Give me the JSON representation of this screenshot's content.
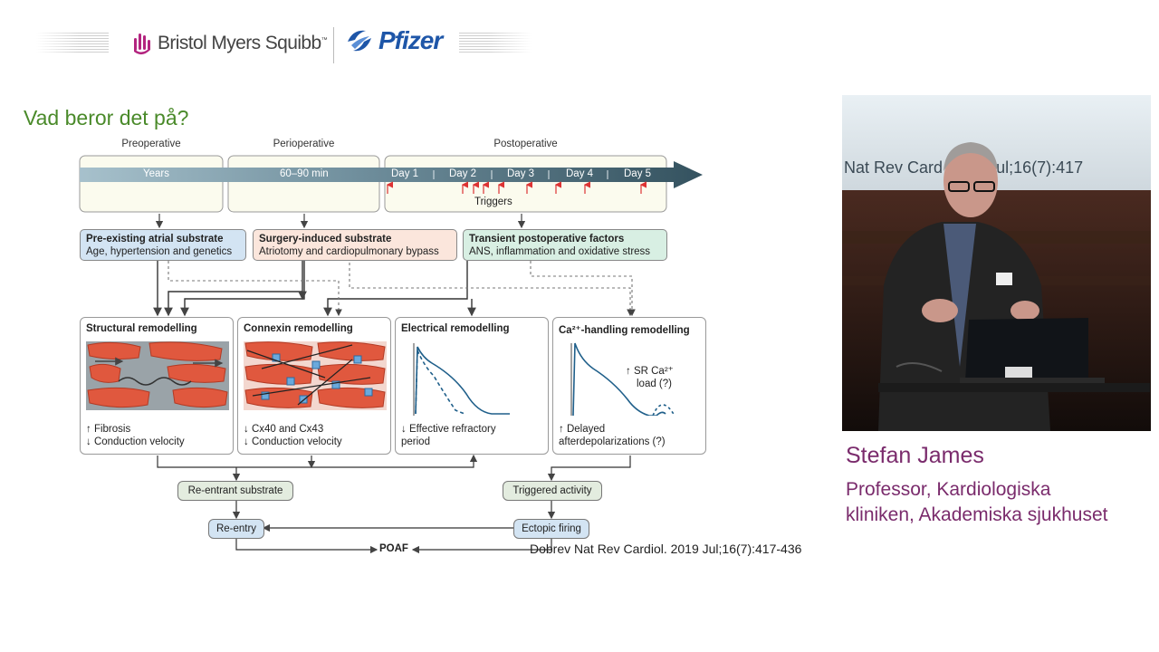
{
  "header": {
    "bms_name": "Bristol Myers Squibb",
    "bms_tm": "™",
    "pfizer_name": "Pfizer"
  },
  "slide": {
    "title": "Vad beror det på?",
    "citation": "Dobrev Nat Rev Cardiol. 2019 Jul;16(7):417-436"
  },
  "figure": {
    "phases": [
      "Preoperative",
      "Perioperative",
      "Postoperative"
    ],
    "timeline": {
      "years": "Years",
      "minutes": "60–90 min",
      "days": [
        "Day 1",
        "Day 2",
        "Day 3",
        "Day 4",
        "Day 5"
      ],
      "triggers": "Triggers"
    },
    "substrates": [
      {
        "title": "Pre-existing atrial substrate",
        "text": "Age, hypertension and genetics"
      },
      {
        "title": "Surgery-induced substrate",
        "text": "Atriotomy and cardiopulmonary bypass"
      },
      {
        "title": "Transient postoperative factors",
        "text": "ANS, inflammation and oxidative stress"
      }
    ],
    "panels": [
      {
        "title": "Structural remodelling",
        "note1": "↑ Fibrosis",
        "note2": "↓ Conduction velocity"
      },
      {
        "title": "Connexin remodelling",
        "note1": "↓ Cx40 and Cx43",
        "note2": "↓ Conduction velocity"
      },
      {
        "title": "Electrical remodelling",
        "note1": "↓ Effective refractory",
        "note2": "   period"
      },
      {
        "title": "Ca²⁺-handling remodelling",
        "note1": "↑ Delayed",
        "note2": "   afterdepolarizations (?)",
        "inset1": "↑ SR Ca²⁺",
        "inset2": "load (?)"
      }
    ],
    "outcomes": {
      "reentrant": "Re-entrant substrate",
      "triggered": "Triggered activity",
      "reentry": "Re-entry",
      "ectopic": "Ectopic firing",
      "poaf": "POAF"
    }
  },
  "video": {
    "bg_text": "Nat Rev Card   2019 Jul;16(7):417"
  },
  "speaker": {
    "name": "Stefan James",
    "role": "Professor, Kardiologiska kliniken, Akademiska sjukhuset"
  },
  "colors": {
    "title_green": "#4a8a2a",
    "speaker_purple": "#7a2b6c",
    "timeline_slate": "#4f6f7f",
    "pfizer_blue": "#1e56a8",
    "bms_purple": "#b3247f"
  }
}
